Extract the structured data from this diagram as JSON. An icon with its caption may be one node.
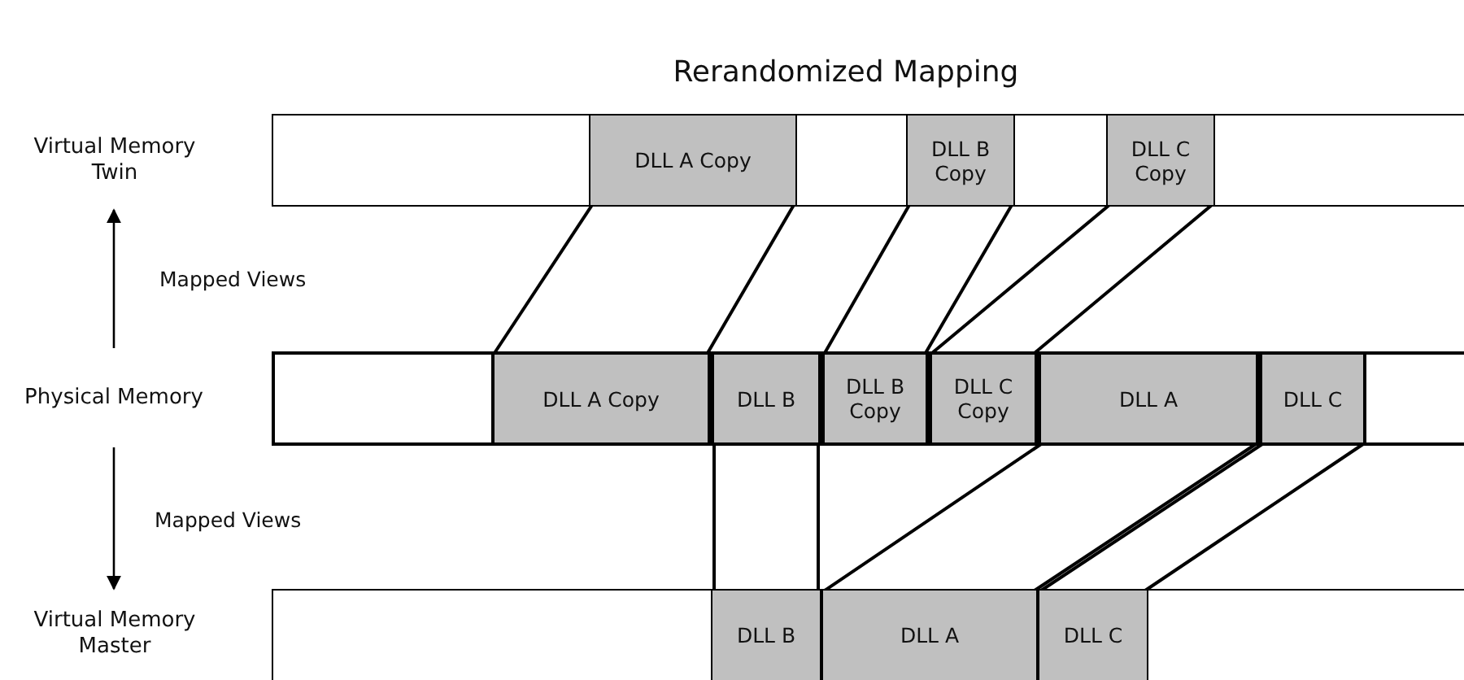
{
  "diagram": {
    "title": "Rerandomized Mapping",
    "nodes": [
      {
        "text": [
          "Virtual Memory Twin"
        ]
      },
      {
        "text": [],
        "shape": "bar"
      },
      {
        "text": [
          "DLL A Copy"
        ],
        "in": 1
      },
      {
        "text": [
          "DLL B Copy"
        ],
        "in": 1
      },
      {
        "text": [
          "DLL C Copy"
        ],
        "in": 1
      },
      {
        "text": [
          "Physical Memory"
        ]
      },
      {
        "text": [],
        "shape": "bar"
      },
      {
        "text": [
          "DLL A Copy"
        ],
        "in": 6
      },
      {
        "text": [
          "DLL B"
        ],
        "in": 6
      },
      {
        "text": [
          "DLL B Copy"
        ],
        "in": 6
      },
      {
        "text": [
          "DLL C Copy"
        ],
        "in": 6
      },
      {
        "text": [
          "DLL A"
        ],
        "in": 6
      },
      {
        "text": [
          "DLL C"
        ],
        "in": 6
      },
      {
        "text": [
          "Virtual Memory Master"
        ]
      },
      {
        "text": [],
        "shape": "bar"
      },
      {
        "text": [
          "DLL B"
        ],
        "in": 14
      },
      {
        "text": [
          "DLL A"
        ],
        "in": 14
      },
      {
        "text": [
          "DLL C"
        ],
        "in": 14
      }
    ],
    "edges": [
      {
        "from": 2,
        "to": 7,
        "arrow": "none"
      },
      {
        "from": 2,
        "to": 7,
        "arrow": "none"
      },
      {
        "from": 3,
        "to": 9,
        "arrow": "none"
      },
      {
        "from": 3,
        "to": 9,
        "arrow": "none"
      },
      {
        "from": 4,
        "to": 10,
        "arrow": "none"
      },
      {
        "from": 4,
        "to": 10,
        "arrow": "none"
      },
      {
        "from": 8,
        "to": 15,
        "arrow": "none"
      },
      {
        "from": 8,
        "to": 15,
        "arrow": "none"
      },
      {
        "from": 11,
        "to": 16,
        "arrow": "none"
      },
      {
        "from": 11,
        "to": 16,
        "arrow": "none"
      },
      {
        "from": 12,
        "to": 17,
        "arrow": "none"
      },
      {
        "from": 12,
        "to": 17,
        "arrow": "none"
      },
      {
        "from": 5,
        "to": 0,
        "arrow": "to",
        "label": "Mapped Views"
      },
      {
        "from": 5,
        "to": 13,
        "arrow": "to",
        "label": "Mapped Views"
      }
    ]
  }
}
